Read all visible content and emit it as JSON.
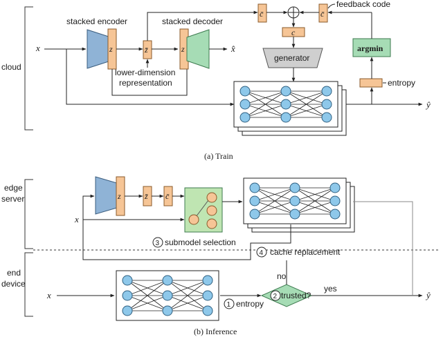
{
  "sections": {
    "cloud": "cloud",
    "edge_line1": "edge",
    "edge_line2": "server",
    "end_line1": "end",
    "end_line2": "device"
  },
  "train": {
    "caption": "(a) Train",
    "input_x": "x",
    "stacked_encoder": "stacked encoder",
    "stacked_decoder": "stacked decoder",
    "latent_z": "z",
    "z_bar": "z̄",
    "c_bar": "c̄",
    "c": "c",
    "x_hat": "x̂",
    "feedback_code": "feedback code",
    "lower_dim_line1": "lower-dimension",
    "lower_dim_line2": "representation",
    "generator": "generator",
    "argmin": "argmin",
    "entropy": "entropy",
    "y_hat": "ŷ"
  },
  "inference": {
    "caption": "(b) Inference",
    "input_x_edge": "x",
    "input_x_device": "x",
    "latent_z": "z",
    "z_bar": "z̄",
    "c_bar": "c̄",
    "step3_num": "3",
    "step3_label": "submodel selection",
    "step4_num": "4",
    "step4_label": "cache replacement",
    "step1_num": "1",
    "step1_label": "entropy",
    "step2_num": "2",
    "step2_label": "trusted?",
    "no": "no",
    "yes": "yes",
    "y_hat": "ŷ"
  },
  "colors": {
    "encoder": "#8fb3d6",
    "decoder": "#a6dcb5",
    "code": "#f6c596",
    "node": "#8ec8ea",
    "submodel_bg": "#bfe5b2",
    "submodel_node": "#f6c596",
    "decision": "#a6dcb5",
    "generator": "#cfcfcf",
    "argmin": "#a6dcb5"
  },
  "icons": {
    "adder": "circled-plus-icon",
    "network": "neural-network-icon",
    "decision": "diamond-icon"
  }
}
